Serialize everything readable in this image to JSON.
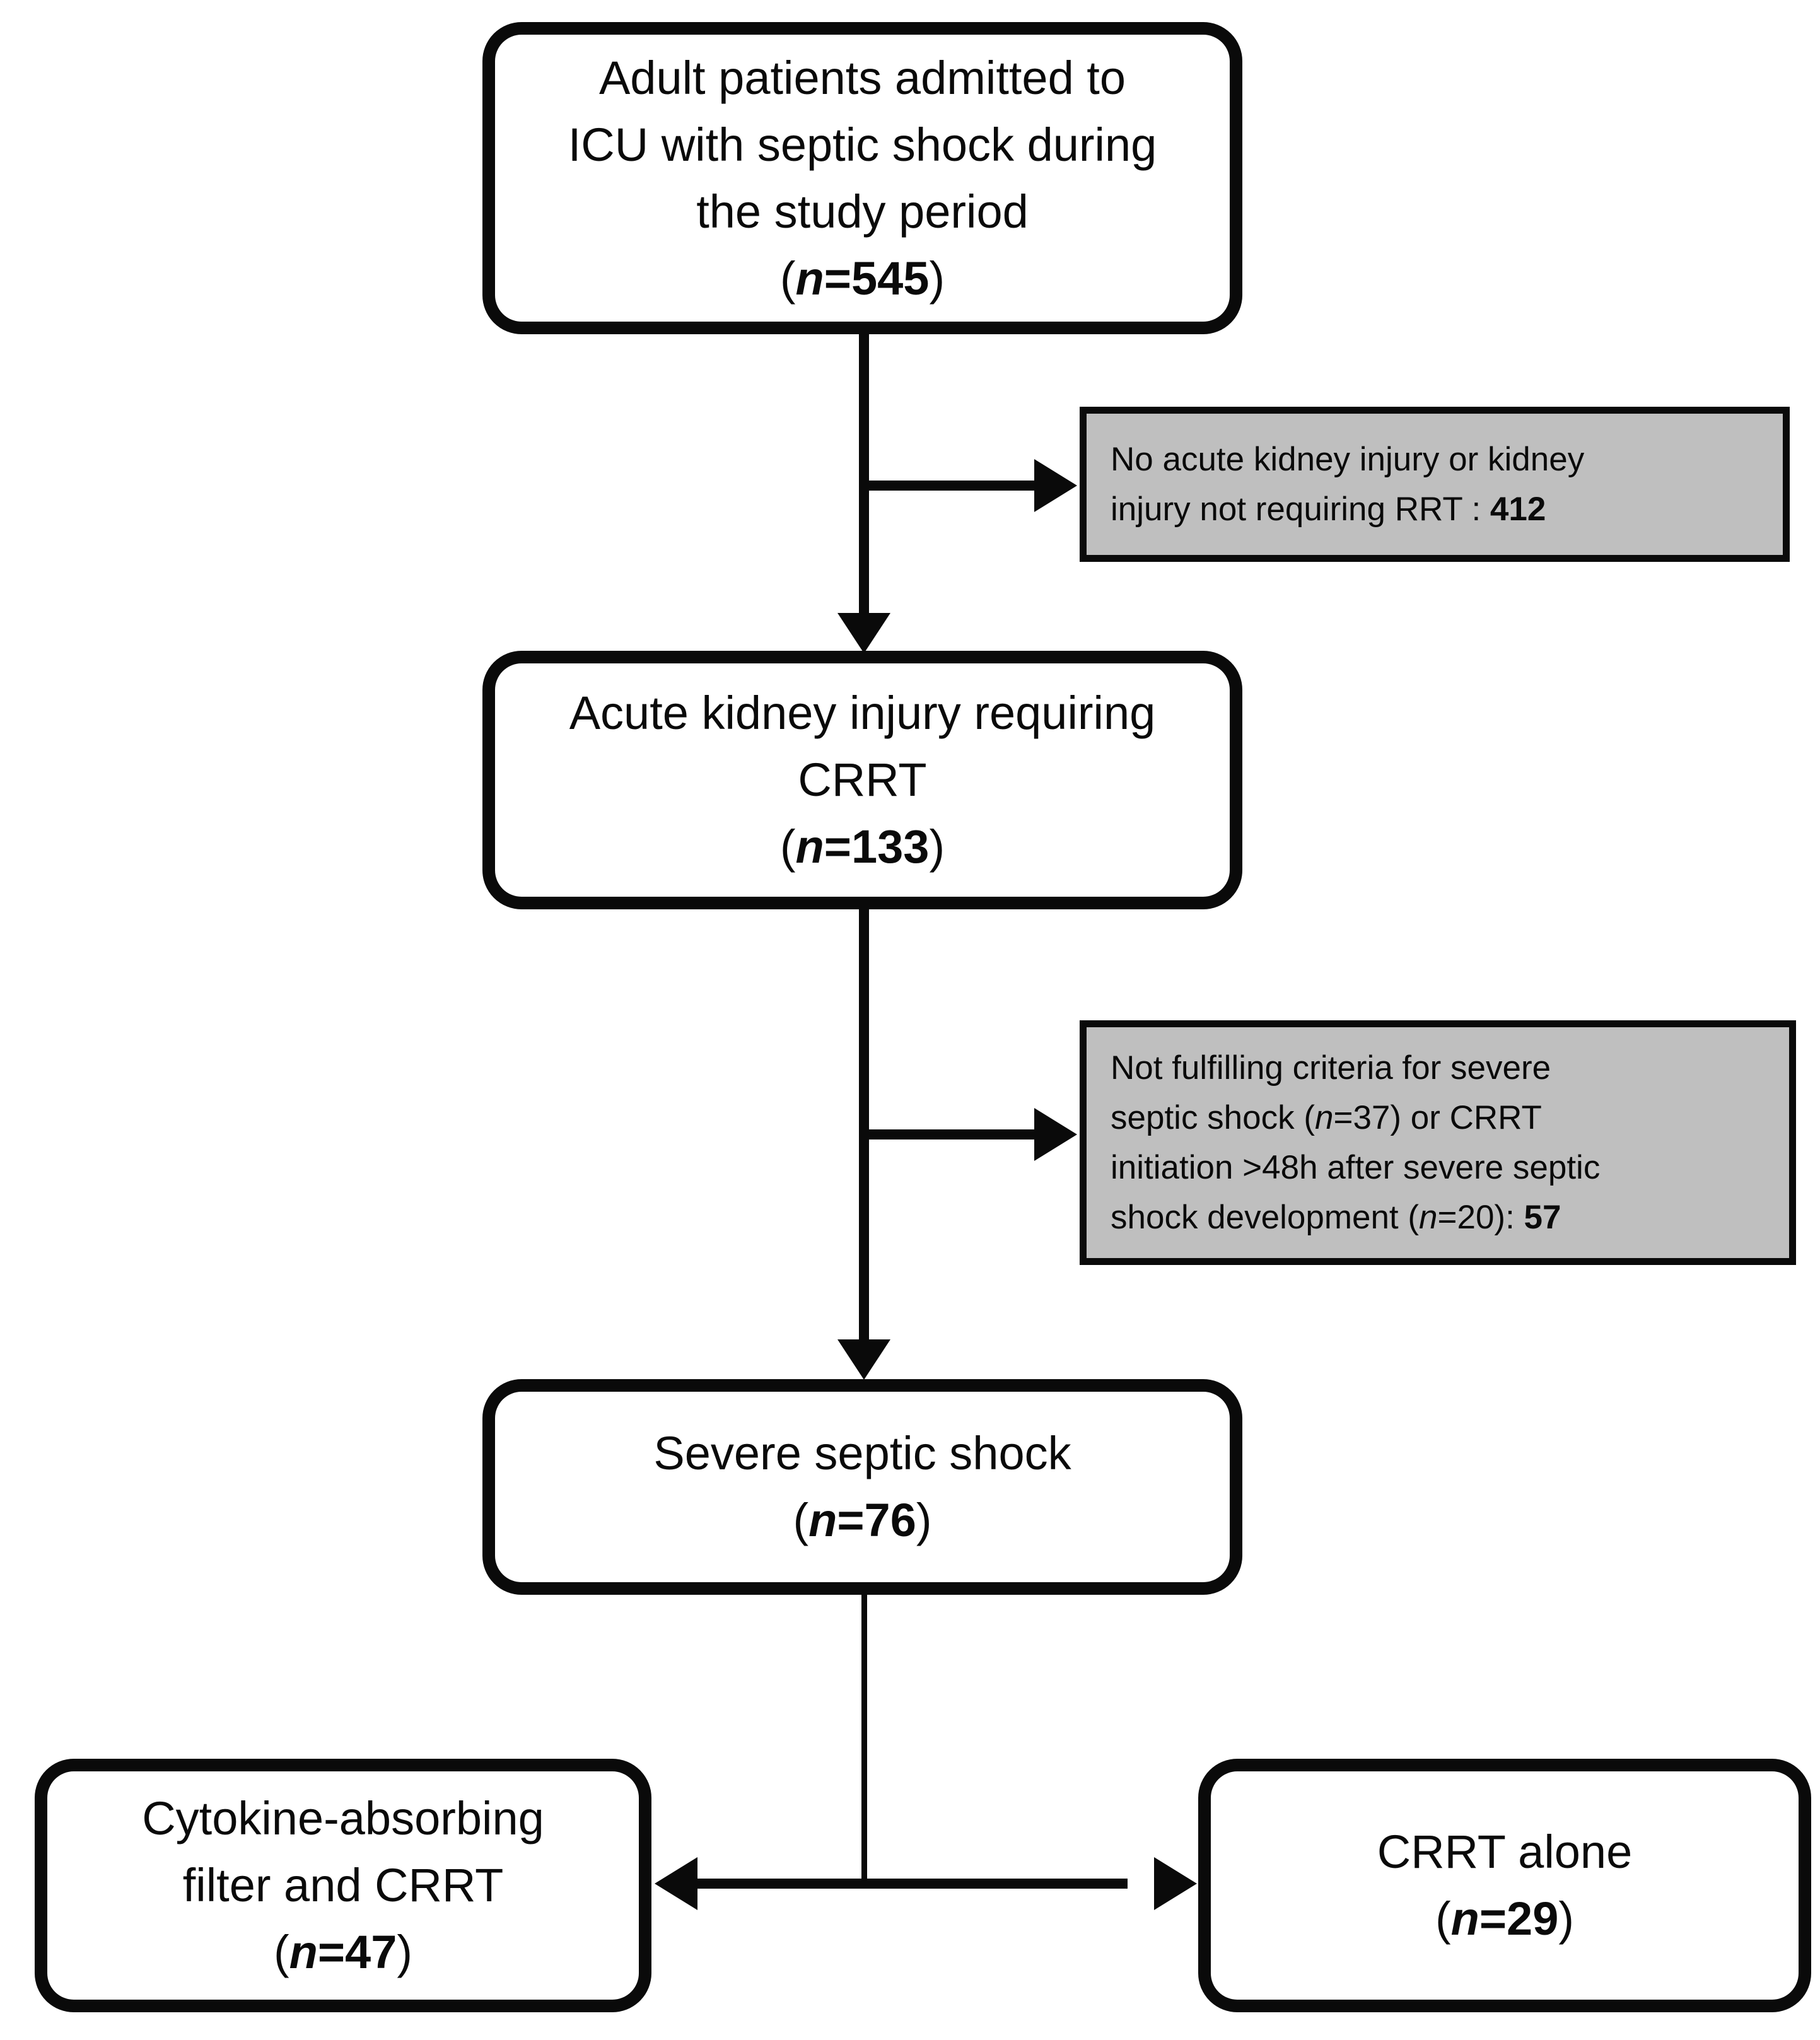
{
  "canvas": {
    "background": "#ffffff",
    "ink_color": "#0a0a0a",
    "exclusion_fill": "#bfbfbf"
  },
  "boxes": [
    {
      "id": "node-adult-patients",
      "kind": "main",
      "lines": [
        [
          {
            "t": "Adult patients admitted to"
          }
        ],
        [
          {
            "t": "ICU with septic shock during"
          }
        ],
        [
          {
            "t": "the study period"
          }
        ],
        [
          {
            "t": "("
          },
          {
            "t": "n",
            "b": true,
            "i": true
          },
          {
            "t": "=545",
            "b": true
          },
          {
            "t": ")"
          }
        ]
      ]
    },
    {
      "id": "node-no-aki-exclusion",
      "kind": "exclusion",
      "lines": [
        [
          {
            "t": "No acute kidney injury or kidney"
          }
        ],
        [
          {
            "t": "injury not requiring RRT : "
          },
          {
            "t": "412",
            "b": true
          }
        ]
      ]
    },
    {
      "id": "node-aki-requiring-crrt",
      "kind": "main",
      "lines": [
        [
          {
            "t": "Acute kidney injury requiring"
          }
        ],
        [
          {
            "t": "CRRT"
          }
        ],
        [
          {
            "t": "("
          },
          {
            "t": "n",
            "b": true,
            "i": true
          },
          {
            "t": "=133",
            "b": true
          },
          {
            "t": ")"
          }
        ]
      ]
    },
    {
      "id": "node-not-fulfilling-exclusion",
      "kind": "exclusion",
      "lines": [
        [
          {
            "t": "Not fulfilling criteria for severe"
          }
        ],
        [
          {
            "t": "septic shock ("
          },
          {
            "t": "n",
            "i": true
          },
          {
            "t": "=37) or CRRT"
          }
        ],
        [
          {
            "t": "initiation >48h after severe septic"
          }
        ],
        [
          {
            "t": "shock development ("
          },
          {
            "t": "n",
            "i": true
          },
          {
            "t": "=20): "
          },
          {
            "t": "57",
            "b": true
          }
        ]
      ]
    },
    {
      "id": "node-severe-septic-shock",
      "kind": "main",
      "lines": [
        [
          {
            "t": "Severe septic shock"
          }
        ],
        [
          {
            "t": "("
          },
          {
            "t": "n",
            "b": true,
            "i": true
          },
          {
            "t": "=76",
            "b": true
          },
          {
            "t": ")"
          }
        ]
      ]
    },
    {
      "id": "node-cytokine-filter-crrt",
      "kind": "main",
      "lines": [
        [
          {
            "t": "Cytokine-absorbing"
          }
        ],
        [
          {
            "t": "filter and CRRT"
          }
        ],
        [
          {
            "t": "("
          },
          {
            "t": "n",
            "b": true,
            "i": true
          },
          {
            "t": "=47",
            "b": true
          },
          {
            "t": ")"
          }
        ]
      ]
    },
    {
      "id": "node-crrt-alone",
      "kind": "main",
      "lines": [
        [
          {
            "t": "CRRT alone"
          }
        ],
        [
          {
            "t": "("
          },
          {
            "t": "n",
            "b": true,
            "i": true
          },
          {
            "t": "=29",
            "b": true
          },
          {
            "t": ")"
          }
        ]
      ]
    }
  ]
}
